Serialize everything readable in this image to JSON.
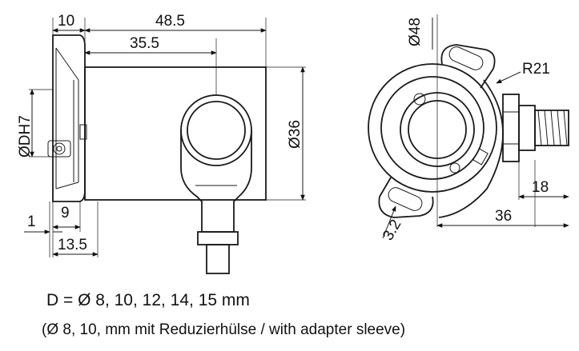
{
  "side_view": {
    "dims": {
      "overall_length": "48.5",
      "flange": "10",
      "to_connector": "35.5",
      "bore_dia": "ØDH7",
      "body_dia": "Ø36",
      "gap": "1",
      "depth": "9",
      "offset": "13.5"
    }
  },
  "front_view": {
    "dims": {
      "outer_dia": "Ø48",
      "radius": "R21",
      "slot": "3.2",
      "connector_depth": "18",
      "center_to_connector": "36"
    }
  },
  "notes": {
    "line1": "D = Ø 8, 10, 12, 14, 15 mm",
    "line2": "(Ø 8, 10, mm mit Reduzierhülse / with adapter sleeve)"
  }
}
